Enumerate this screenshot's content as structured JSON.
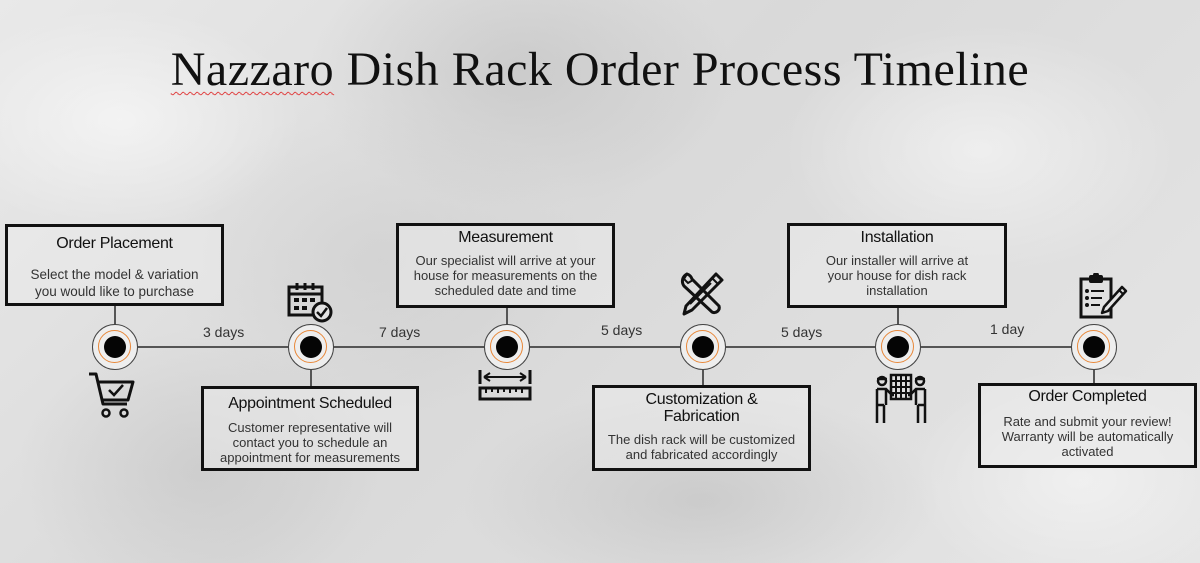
{
  "title": {
    "part1": "Nazzaro",
    "part2": " Dish Rack Order Process Timeline"
  },
  "colors": {
    "accent_ring": "#e8883a",
    "line": "#555555",
    "box_border": "#111111"
  },
  "steps": [
    {
      "title": "Order Placement",
      "description": "Select the model & variation you would like to purchase",
      "icon": "shopping-cart-check-icon",
      "box_position": "above"
    },
    {
      "title": "Appointment Scheduled",
      "description": "Customer representative will contact you to schedule an appointment for measurements",
      "icon": "calendar-check-icon",
      "box_position": "below"
    },
    {
      "title": "Measurement",
      "description": "Our specialist will arrive at your house for measurements on the scheduled date and time",
      "icon": "ruler-measure-icon",
      "box_position": "above"
    },
    {
      "title": "Customization & Fabrication",
      "description": "The dish rack will be customized and fabricated accordingly",
      "icon": "wrench-pencil-icon",
      "box_position": "below"
    },
    {
      "title": "Installation",
      "description": "Our installer will arrive at your house for dish rack installation",
      "icon": "installers-carrying-rack-icon",
      "box_position": "above"
    },
    {
      "title": "Order Completed",
      "description": "Rate and submit your review! Warranty will be automatically activated",
      "icon": "clipboard-review-icon",
      "box_position": "below"
    }
  ],
  "durations": [
    "3 days",
    "7 days",
    "5 days",
    "5 days",
    "1 day"
  ]
}
